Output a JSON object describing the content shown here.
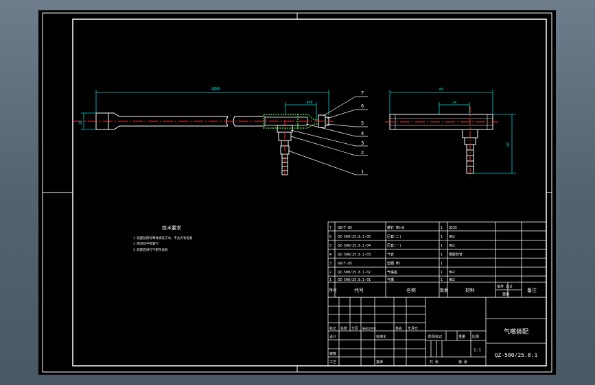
{
  "colors": {
    "background": "#000000",
    "frame": "#ffffff",
    "dimension": "#00d8d8",
    "centerline": "#ff3030",
    "highlight": "#40e040"
  },
  "drawing": {
    "title": "气嘴装配",
    "drawing_number": "QZ-500/25.8.1",
    "scale": "1:1",
    "tech_requirements": {
      "heading": "技术要求",
      "lines": [
        "1.装配前所有零件清洗干净，不允许有毛刺",
        "2.密封处不得漏气",
        "3.装配后进行气密性试验"
      ]
    },
    "dimensions": {
      "overall_length": "400",
      "inner_length": "400",
      "left_height": "20",
      "right_top": "80",
      "right_inner": "24",
      "right_height": "90"
    },
    "balloons": [
      "7",
      "6",
      "5",
      "4",
      "3",
      "2",
      "1"
    ]
  },
  "bom": {
    "rows": [
      {
        "no": "7",
        "code": "GB/T-85",
        "name": "螺钉 M5×8",
        "qty": "1",
        "material": "Q235",
        "note": ""
      },
      {
        "no": "6",
        "code": "QZ-500/25.8.1-05",
        "name": "压套(二)",
        "qty": "1",
        "material": "H62",
        "note": ""
      },
      {
        "no": "5",
        "code": "QZ-500/25.8.1-04",
        "name": "压套(一)",
        "qty": "1",
        "material": "H62",
        "note": ""
      },
      {
        "no": "4",
        "code": "QZ-500/25.8.1-03",
        "name": "气管",
        "qty": "1",
        "material": "橡胶软管",
        "note": ""
      },
      {
        "no": "3",
        "code": "GB/T-85",
        "name": "垫圈 M5",
        "qty": "1",
        "material": "",
        "note": ""
      },
      {
        "no": "2",
        "code": "QZ-500/25.8.1-02",
        "name": "气嘴座",
        "qty": "1",
        "material": "H62",
        "note": ""
      },
      {
        "no": "1",
        "code": "QZ-500/25.8.1-01",
        "name": "气嘴",
        "qty": "1",
        "material": "H62",
        "note": ""
      }
    ],
    "header": {
      "no": "序号",
      "code": "代号",
      "name": "名称",
      "qty": "数量",
      "material": "材料",
      "weight": "单件 总计",
      "weight_sub": "重量",
      "note": "备注"
    }
  },
  "title_block": {
    "mark": "标记",
    "count": "处数",
    "zone": "分区",
    "change_doc": "更改文件号",
    "signature": "签名",
    "date": "年月日",
    "designer": "设计",
    "standardized": "标准化",
    "stage_mark": "阶段标记",
    "weight": "重量",
    "scale_label": "比例",
    "checker": "审核",
    "process": "工艺",
    "approve": "批准",
    "sheet_total": "共 张",
    "sheet_no": "第 张"
  }
}
